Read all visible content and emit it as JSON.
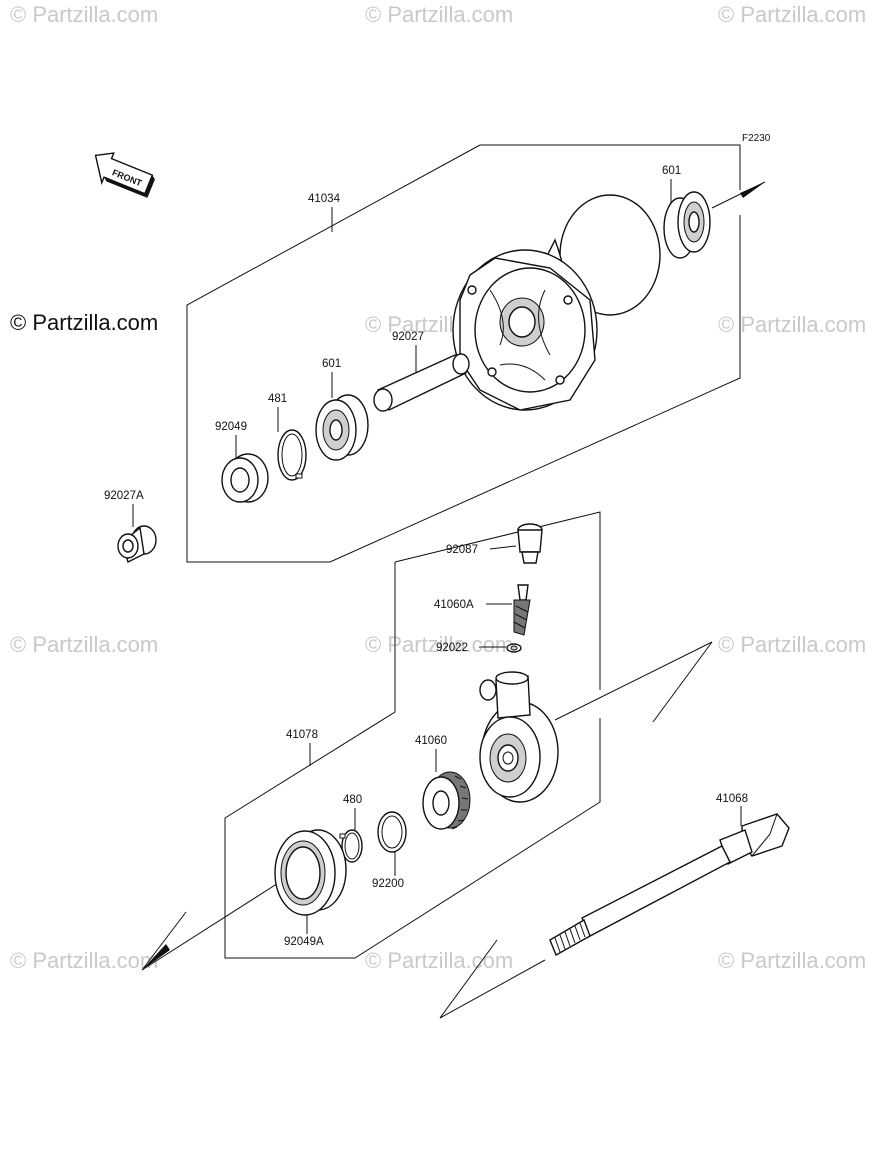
{
  "diagram_code": "F2230",
  "front_label": "FRONT",
  "watermarks": {
    "brand": "© Partzilla.com",
    "tiles": [
      "© Partzilla.com",
      "© Partzilla.com",
      "© Partzilla.com",
      "© Partzilla.com",
      "© Partzilla.com",
      "© Partzilla.com",
      "© Partzilla.com",
      "© Partzilla.com",
      "© Partzilla.com",
      "© Partzilla.com",
      "© Partzilla.com",
      "© Partzilla.com"
    ]
  },
  "parts": {
    "p41034": "41034",
    "p601_right": "601",
    "p92027": "92027",
    "p601_left": "601",
    "p481": "481",
    "p92049": "92049",
    "p92027A": "92027A",
    "p92087": "92087",
    "p41060A": "41060A",
    "p92022": "92022",
    "p41078": "41078",
    "p41060": "41060",
    "p480": "480",
    "p92200": "92200",
    "p92049A": "92049A",
    "p41068": "41068"
  }
}
